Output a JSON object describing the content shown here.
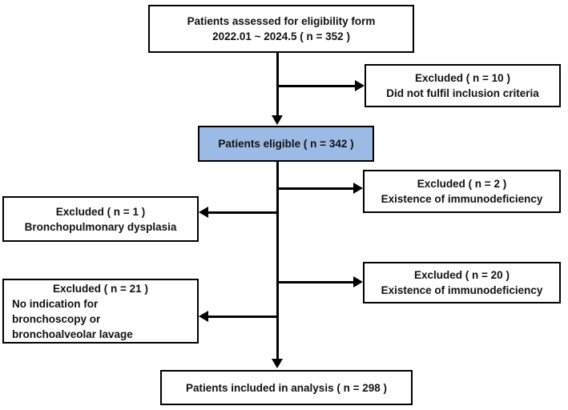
{
  "diagram": {
    "type": "patient-flow-chart",
    "highlight_color": "#9BBAE5",
    "border_color": "#000000",
    "line_color": "#000000",
    "nodes": {
      "assessed": {
        "lines": [
          "Patients assessed for eligibility form",
          "2022.01 ~ 2024.5 ( n = 352 )"
        ]
      },
      "excluded_10": {
        "lines": [
          "Excluded ( n = 10 )",
          "Did not fulfil inclusion criteria"
        ]
      },
      "eligible": {
        "lines": [
          "Patients eligible ( n = 342 )"
        ]
      },
      "excluded_2": {
        "lines": [
          "Excluded ( n = 2 )",
          "Existence of immunodeficiency"
        ]
      },
      "excluded_1": {
        "lines": [
          "Excluded ( n = 1 )",
          "Bronchopulmonary dysplasia"
        ]
      },
      "excluded_20": {
        "lines": [
          "Excluded ( n = 20 )",
          "Existence of immunodeficiency"
        ]
      },
      "excluded_21": {
        "lines": [
          "Excluded ( n = 21 )",
          "No indication for",
          "bronchoscopy or",
          "bronchoalveolar lavage"
        ]
      },
      "included": {
        "lines": [
          "Patients included in analysis ( n = 298 )"
        ]
      }
    }
  }
}
